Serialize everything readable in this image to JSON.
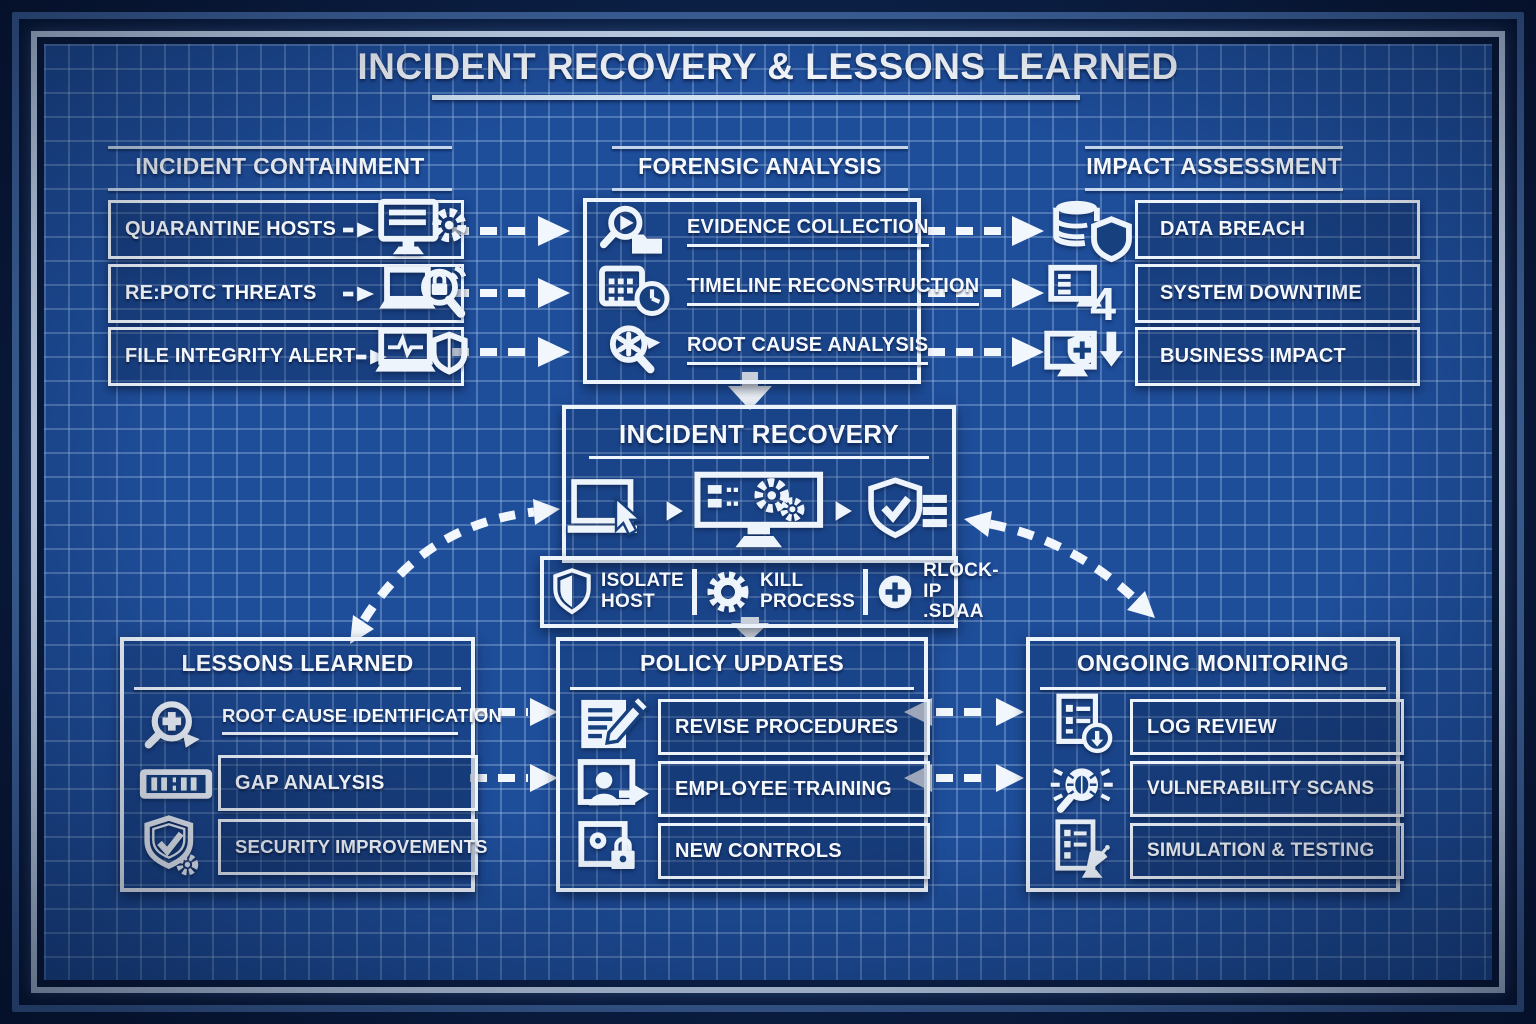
{
  "title": "INCIDENT RECOVERY & LESSONS LEARNED",
  "colors": {
    "blueprint_bg": "#1e4d99",
    "line_white": "#eef4fb",
    "frame_outer": "#41669f",
    "frame_inner": "#c9dbf2",
    "page_bg": "#0b1d3c"
  },
  "sections": {
    "containment": {
      "title": "INCIDENT CONTAINMENT",
      "items": [
        {
          "label": "QUARANTINE HOSTS",
          "icon": "monitor-gear-icon"
        },
        {
          "label": "RE:POTC THREATS",
          "icon": "laptop-search-lock-icon"
        },
        {
          "label": "FILE INTEGRITY ALERT",
          "icon": "laptop-shield-icon"
        }
      ]
    },
    "forensic": {
      "title": "FORENSIC ANALYSIS",
      "items": [
        {
          "label": "EVIDENCE COLLECTION",
          "icon": "magnifier-folder-icon"
        },
        {
          "label": "TIMELINE RECONSTRUCTION",
          "icon": "calendar-clock-icon"
        },
        {
          "label": "ROOT CAUSE ANALYSIS",
          "icon": "magnifier-arrow-icon"
        }
      ]
    },
    "impact": {
      "title": "IMPACT ASSESSMENT",
      "items": [
        {
          "label": "DATA BREACH",
          "icon": "database-shield-icon"
        },
        {
          "label": "SYSTEM DOWNTIME",
          "icon": "monitor-4-icon"
        },
        {
          "label": "BUSINESS IMPACT",
          "icon": "monitor-shield-down-icon"
        }
      ]
    },
    "recovery": {
      "title": "INCIDENT RECOVERY",
      "icons": [
        "laptop-cursor-icon",
        "monitor-gears-icon",
        "shield-check-icon"
      ],
      "actions": [
        {
          "line1": "ISOLATE",
          "line2": "HOST",
          "icon": "shield-icon"
        },
        {
          "line1": "KILL",
          "line2": "PROCESS",
          "icon": "gear-icon"
        },
        {
          "line1": "RLOCK-IP",
          "line2": ".SDAA",
          "icon": "plus-circle-icon"
        }
      ]
    },
    "lessons": {
      "title": "LESSONS LEARNED",
      "items": [
        {
          "label": "ROOT CAUSE IDENTIFICATION",
          "icon": "magnifier-plus-icon"
        },
        {
          "label": "GAP ANALYSIS",
          "icon": "gap-bracket-icon"
        },
        {
          "label": "SECURITY IMPROVEMENTS",
          "icon": "shield-check-gear-icon"
        }
      ]
    },
    "policy": {
      "title": "POLICY UPDATES",
      "items": [
        {
          "label": "REVISE PROCEDURES",
          "icon": "document-pencil-icon"
        },
        {
          "label": "EMPLOYEE TRAINING",
          "icon": "person-arrow-icon"
        },
        {
          "label": "NEW CONTROLS",
          "icon": "screen-lock-icon"
        }
      ]
    },
    "monitoring": {
      "title": "ONGOING MONITORING",
      "items": [
        {
          "label": "LOG REVIEW",
          "icon": "list-download-icon"
        },
        {
          "label": "VULNERABILITY SCANS",
          "icon": "bug-magnifier-icon"
        },
        {
          "label": "SIMULATION & TESTING",
          "icon": "clipboard-satellite-icon"
        }
      ]
    }
  }
}
